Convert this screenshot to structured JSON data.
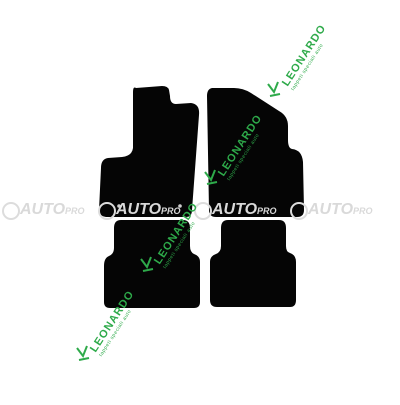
{
  "product": "car floor mats (4 pieces, black)",
  "colors": {
    "mat": "#050505",
    "background": "#ffffff",
    "watermark_green": "#2eaa4a",
    "watermark_grey": "#d9d9d9"
  },
  "watermarks": {
    "leonardo": {
      "brand": "LEONARDO",
      "tagline": "tappeti speciali auto"
    },
    "autopro": {
      "brand": "AUTO",
      "suffix": "PRO"
    }
  }
}
